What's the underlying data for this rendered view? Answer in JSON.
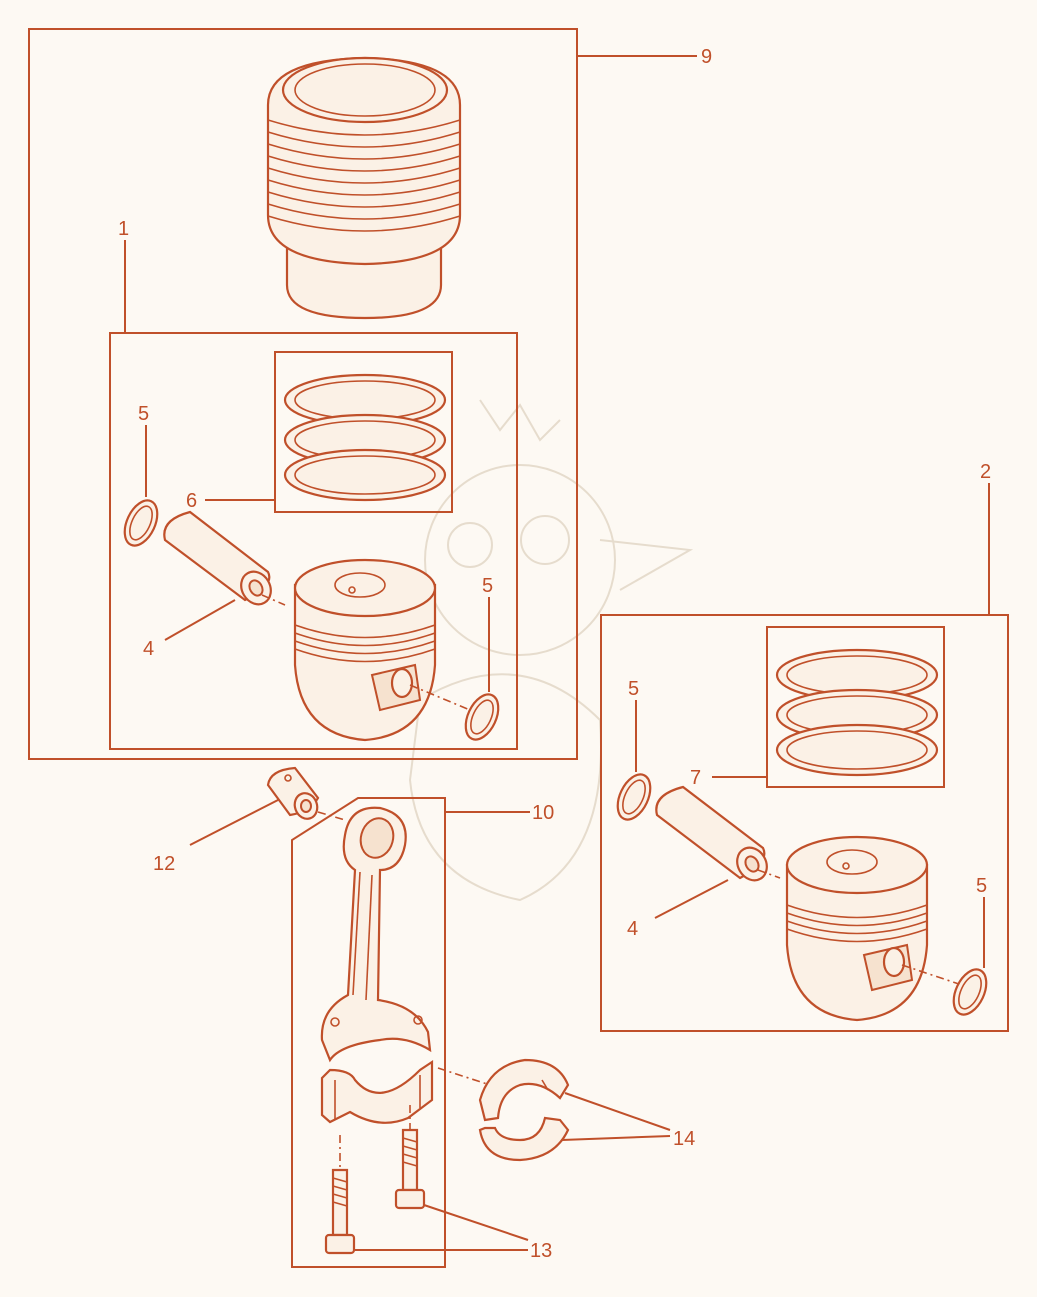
{
  "colors": {
    "line": "#c0502a",
    "background": "#fdf9f3"
  },
  "callouts": {
    "c1": "1",
    "c2": "2",
    "c4a": "4",
    "c4b": "4",
    "c5a": "5",
    "c5b": "5",
    "c5c": "5",
    "c5d": "5",
    "c6": "6",
    "c7": "7",
    "c9": "9",
    "c10": "10",
    "c12": "12",
    "c13": "13",
    "c14": "14"
  }
}
